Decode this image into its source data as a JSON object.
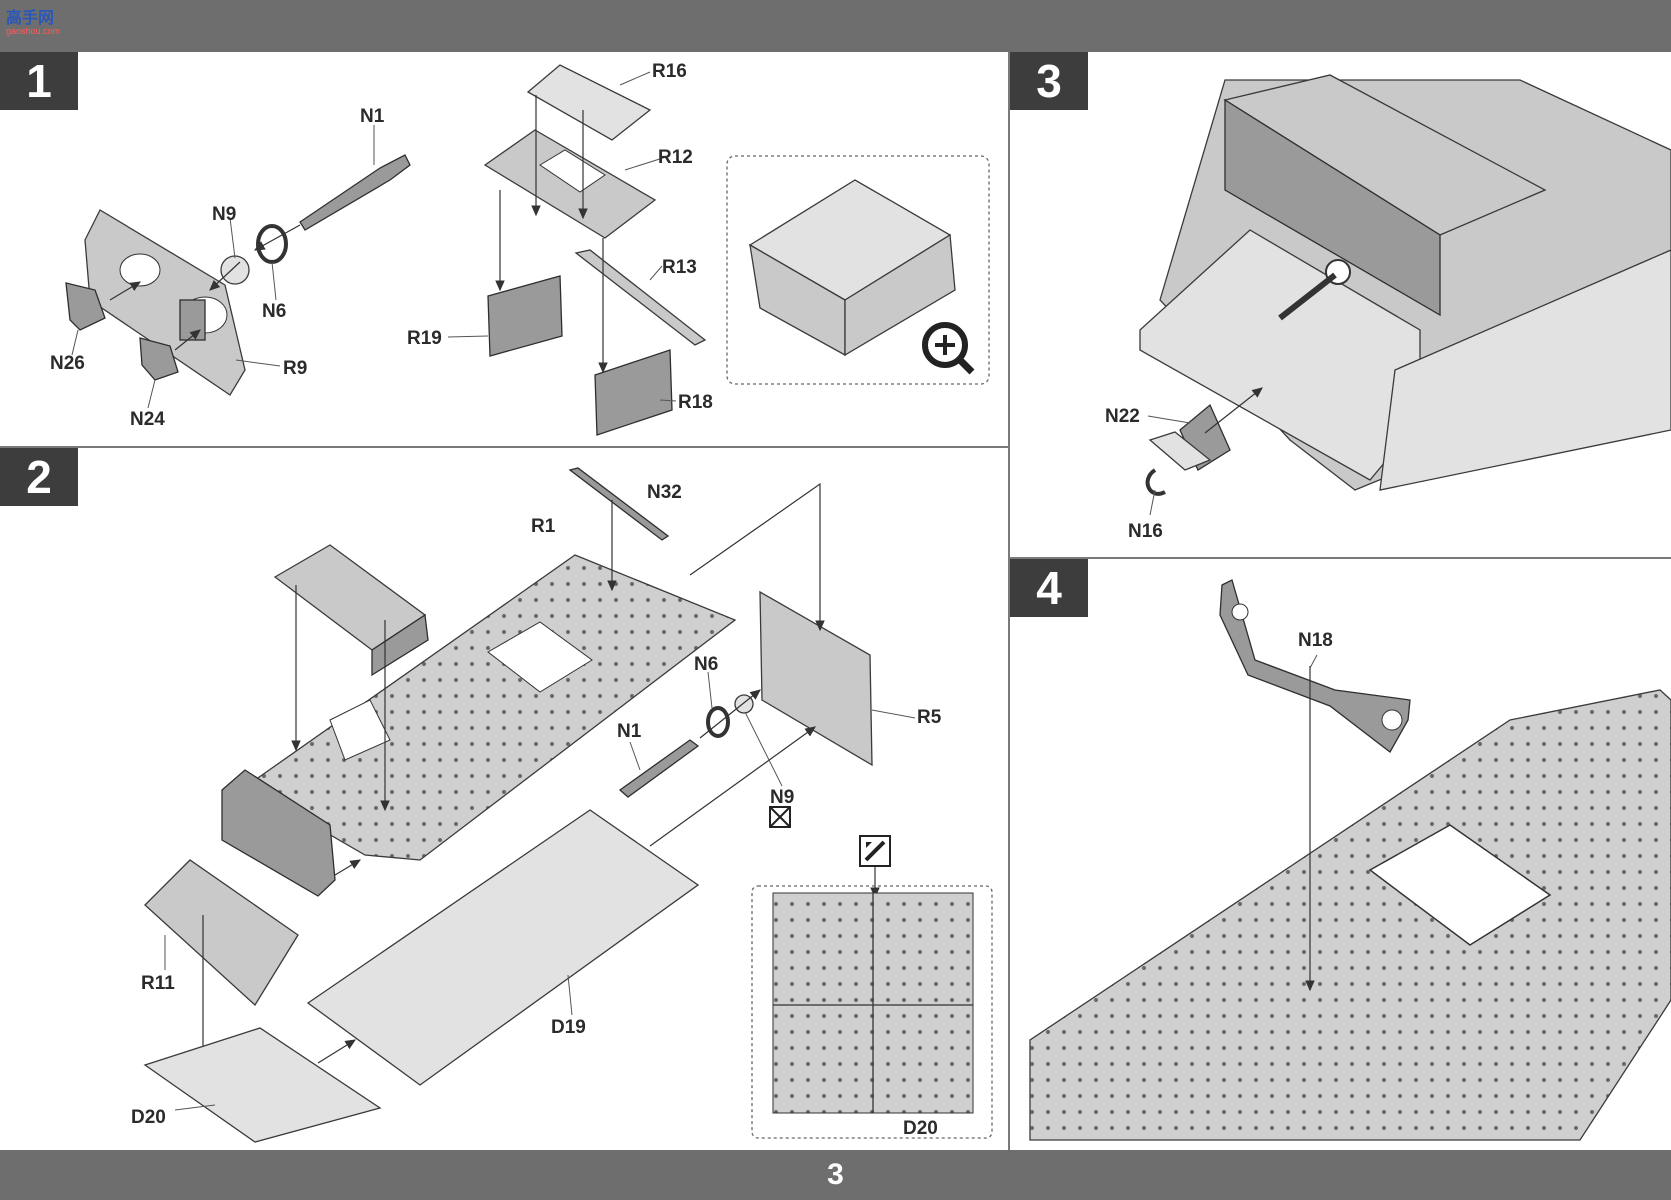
{
  "header": {
    "logo_text": "高手网",
    "logo_sub": "gaoshou.com"
  },
  "footer": {
    "page_number": "3"
  },
  "steps": [
    {
      "number": "1",
      "labels": [
        "N1",
        "N9",
        "N6",
        "N26",
        "R9",
        "N24",
        "R16",
        "R12",
        "R13",
        "R19",
        "R18"
      ]
    },
    {
      "number": "2",
      "labels": [
        "N32",
        "R1",
        "N6",
        "R5",
        "N1",
        "N9",
        "R11",
        "D19",
        "D20",
        "D20"
      ]
    },
    {
      "number": "3",
      "labels": [
        "N22",
        "N16"
      ]
    },
    {
      "number": "4",
      "labels": [
        "N18"
      ]
    }
  ],
  "icons": [
    "zoom-in-icon",
    "do-not-glue-icon",
    "cut-icon"
  ]
}
